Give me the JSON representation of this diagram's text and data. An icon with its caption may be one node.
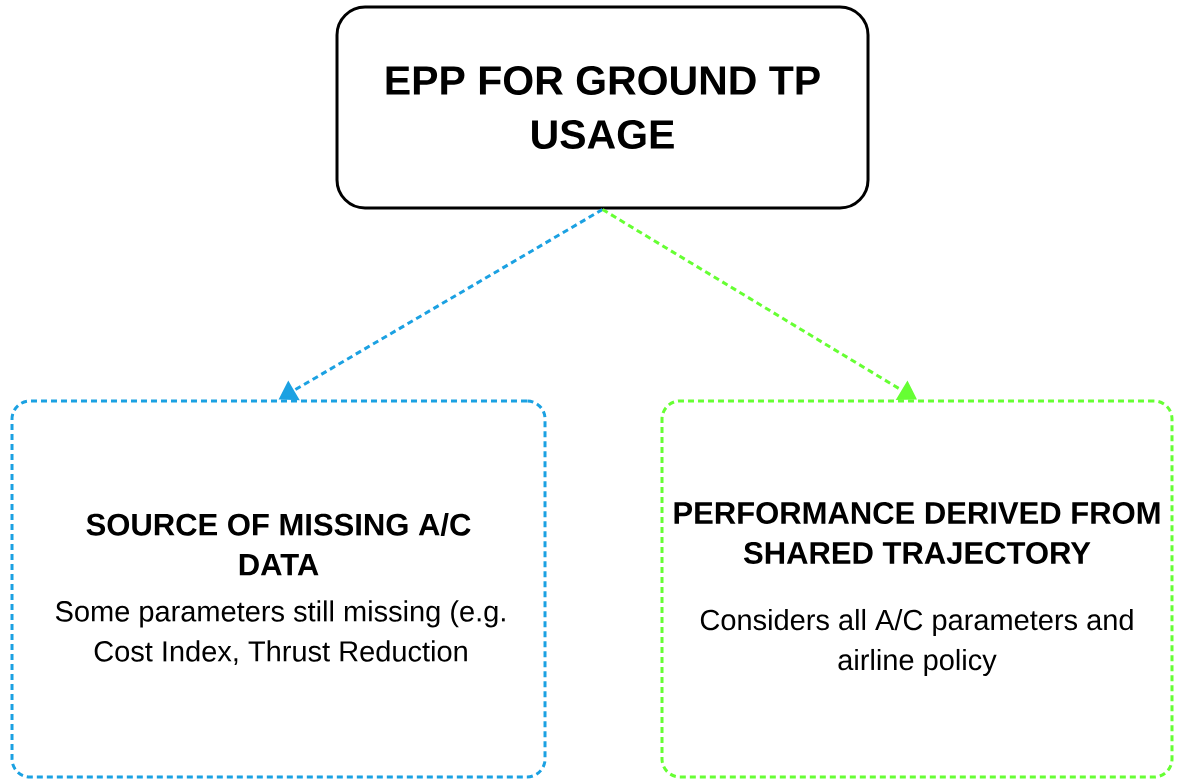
{
  "diagram": {
    "nodes": [
      {
        "text": [
          "EPP FOR GROUND TP USAGE"
        ]
      },
      {
        "text": [
          "SOURCE OF MISSING A/C DATA",
          "Some parameters still missing (e.g. Cost Index, Thrust Reduction"
        ]
      },
      {
        "text": [
          "PERFORMANCE DERIVED FROM SHARED TRAJECTORY",
          "Considers all A/C parameters and airline policy"
        ]
      }
    ],
    "edges": [
      {
        "from": 0,
        "to": 1,
        "arrow": "to",
        "style": "dashed",
        "color": "#1ba1e2"
      },
      {
        "from": 0,
        "to": 2,
        "arrow": "to",
        "style": "dashed",
        "color": "#66ff33"
      }
    ]
  }
}
